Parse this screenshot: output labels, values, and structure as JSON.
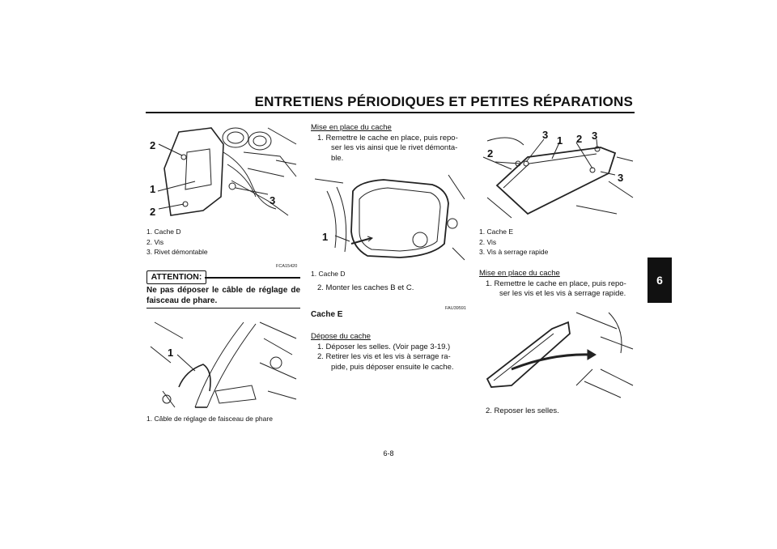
{
  "header": {
    "title": "ENTRETIENS PÉRIODIQUES ET PETITES RÉPARATIONS",
    "chapter": "6"
  },
  "page_number": "6-8",
  "col1": {
    "fig1": {
      "callouts": [
        "2",
        "1",
        "2",
        "3"
      ],
      "captions": [
        "1.  Cache D",
        "2.  Vis",
        "3.  Rivet démontable"
      ]
    },
    "code": "FCA15420",
    "attention_label": "ATTENTION:",
    "attention_text": "Ne pas déposer le câble de réglage de faisceau de phare.",
    "fig2": {
      "callouts": [
        "1"
      ],
      "captions": [
        "1.  Câble de réglage de faisceau de phare"
      ]
    }
  },
  "col2": {
    "heading": "Mise en place du cache",
    "step1_a": "1.  Remettre le cache en place, puis repo-",
    "step1_b": "ser les vis ainsi que le rivet démonta-",
    "step1_c": "ble.",
    "fig3": {
      "callouts": [
        "1"
      ],
      "captions": [
        "1.  Cache D"
      ]
    },
    "step2": "2.  Monter les caches B et C.",
    "code": "FAU39591",
    "section_title": "Cache E",
    "subheading": "Dépose du cache",
    "rm1": "1.  Déposer les selles. (Voir page 3-19.)",
    "rm2_a": "2.  Retirer les vis et les vis à serrage ra-",
    "rm2_b": "pide, puis déposer ensuite le cache."
  },
  "col3": {
    "fig4": {
      "callouts": [
        "3",
        "1",
        "2",
        "3",
        "2",
        "3"
      ],
      "captions": [
        "1.  Cache E",
        "2.  Vis",
        "3.  Vis à serrage rapide"
      ]
    },
    "heading": "Mise en place du cache",
    "step1_a": "1.  Remettre le cache en place, puis repo-",
    "step1_b": "ser les vis et les vis à serrage rapide.",
    "step2": "2.  Reposer les selles."
  }
}
